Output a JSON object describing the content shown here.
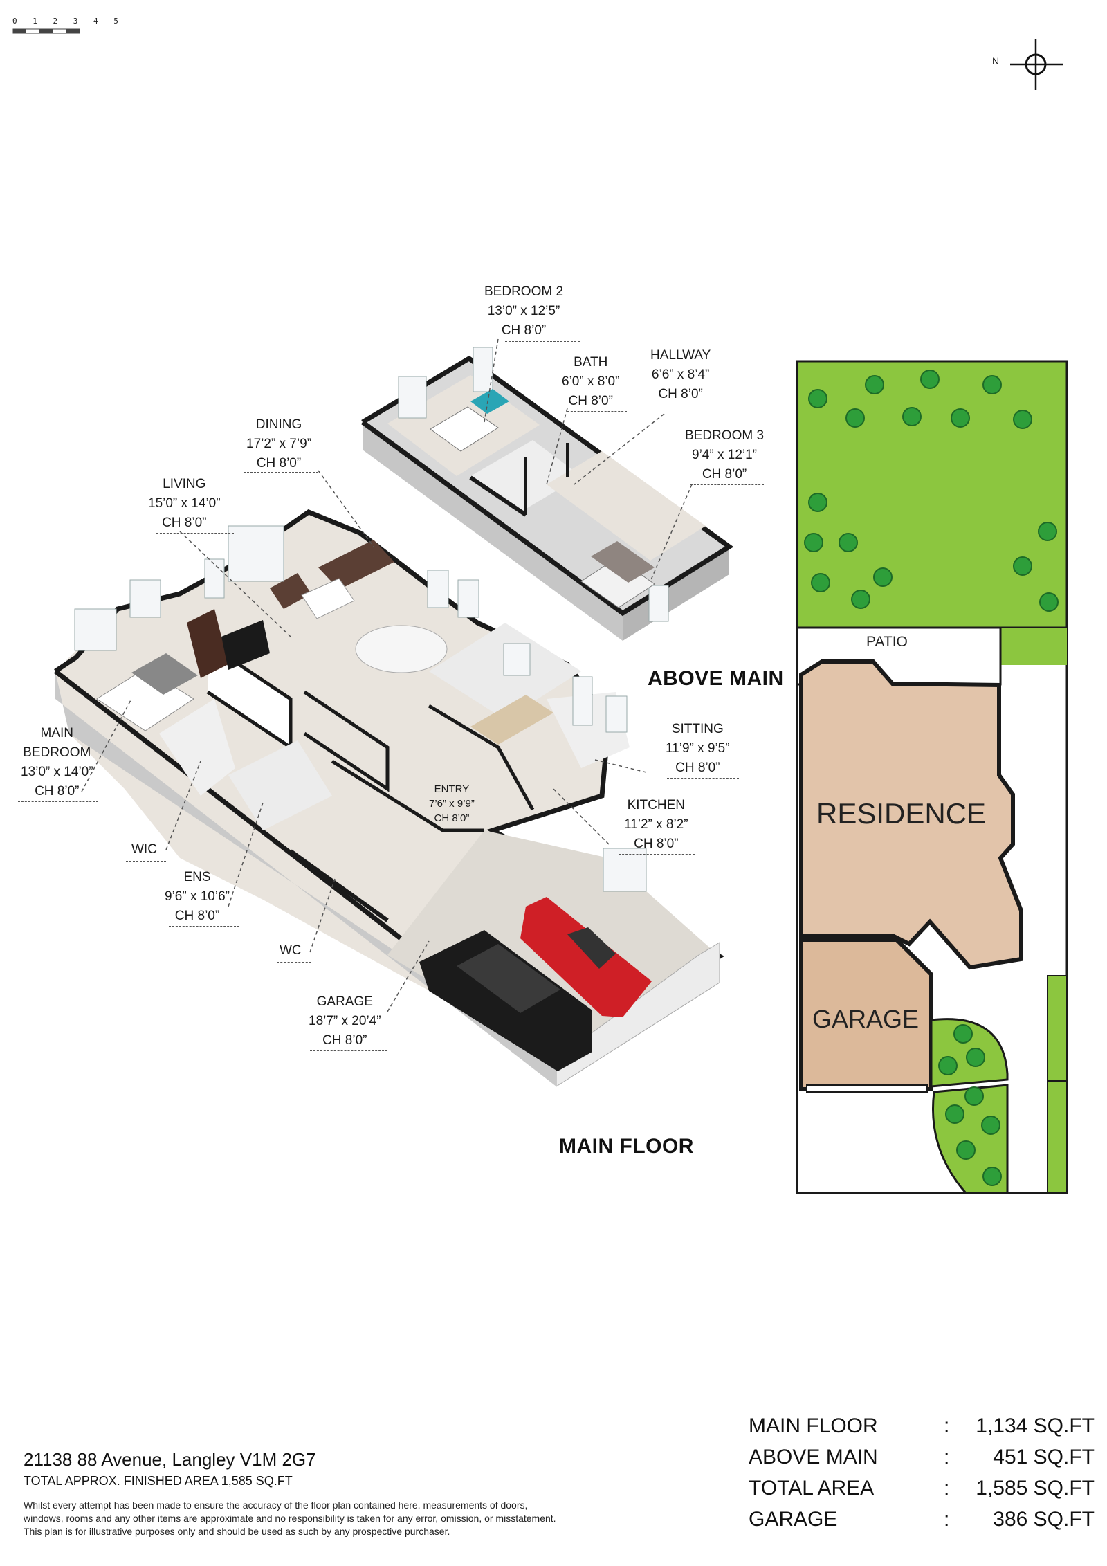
{
  "scale_ticks": "0 1 2 3 4 5",
  "compass": {
    "north_label": "N"
  },
  "floors": {
    "above_main": "ABOVE MAIN",
    "main_floor": "MAIN FLOOR"
  },
  "rooms": {
    "bedroom2": {
      "name": "BEDROOM 2",
      "size": "13’0” x 12’5”",
      "ch": "CH 8’0”"
    },
    "bath": {
      "name": "BATH",
      "size": "6’0” x 8’0”",
      "ch": "CH 8’0”"
    },
    "hallway": {
      "name": "HALLWAY",
      "size": "6’6” x 8’4”",
      "ch": "CH 8’0”"
    },
    "bedroom3": {
      "name": "BEDROOM 3",
      "size": "9’4” x 12’1”",
      "ch": "CH 8’0”"
    },
    "dining": {
      "name": "DINING",
      "size": "17’2” x 7’9”",
      "ch": "CH 8’0”"
    },
    "living": {
      "name": "LIVING",
      "size": "15’0” x 14’0”",
      "ch": "CH 8’0”"
    },
    "main_bedroom": {
      "name1": "MAIN",
      "name2": "BEDROOM",
      "size": "13’0” x 14’0”",
      "ch": "CH 8’0”"
    },
    "sitting": {
      "name": "SITTING",
      "size": "11’9” x 9’5”",
      "ch": "CH 8’0”"
    },
    "entry": {
      "name": "ENTRY",
      "size": "7’6” x 9’9”",
      "ch": "CH 8’0”"
    },
    "kitchen": {
      "name": "KITCHEN",
      "size": "11’2” x 8’2”",
      "ch": "CH 8’0”"
    },
    "wic": {
      "name": "WIC"
    },
    "ens": {
      "name": "ENS",
      "size": "9’6” x 10’6”",
      "ch": "CH 8’0”"
    },
    "wc": {
      "name": "WC"
    },
    "garage": {
      "name": "GARAGE",
      "size": "18’7” x 20’4”",
      "ch": "CH 8’0”"
    }
  },
  "site_plan": {
    "patio": "PATIO",
    "residence": "RESIDENCE",
    "garage": "GARAGE"
  },
  "footer": {
    "address": "21138 88 Avenue, Langley V1M 2G7",
    "total_finished": "TOTAL APPROX. FINISHED AREA 1,585 SQ.FT",
    "disclaimer1": "Whilst every attempt has been made to ensure the accuracy of the floor plan contained here, measurements of doors,",
    "disclaimer2": "windows, rooms and any other items are approximate and no responsibility is taken for any error, omission, or misstatement.",
    "disclaimer3": "This plan is for illustrative purposes only and should be used as such by any prospective purchaser."
  },
  "areas": [
    {
      "name": "MAIN FLOOR",
      "value": "1,134 SQ.FT"
    },
    {
      "name": "ABOVE MAIN",
      "value": "451 SQ.FT"
    },
    {
      "name": "TOTAL AREA",
      "value": "1,585 SQ.FT"
    },
    {
      "name": "GARAGE",
      "value": "386 SQ.FT"
    }
  ],
  "colors": {
    "lawn": "#8cc63f",
    "tree": "#2e9e3a",
    "residence": "#e2c4aa",
    "garage_fill": "#dcb99a",
    "wall": "#1a1a1a",
    "floor": "#e9e4dd"
  }
}
